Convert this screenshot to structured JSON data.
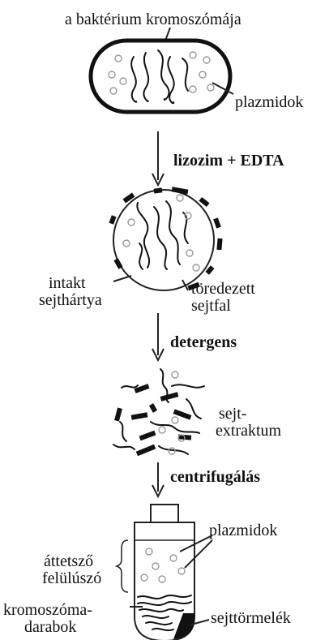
{
  "labels": {
    "chromosome": "a baktérium kromoszómája",
    "plasmids_top": "plazmidok",
    "step1": "lizozim + EDTA",
    "membrane_line1": "intakt",
    "membrane_line2": "sejthártya",
    "wall_line1": "töredezett",
    "wall_line2": "sejtfal",
    "step2": "detergens",
    "extract_line1": "sejt-",
    "extract_line2": "extraktum",
    "step3": "centrifugálás",
    "plasmids_bottom": "plazmidok",
    "supernatant_line1": "áttetsző",
    "supernatant_line2": "felülúszó",
    "fragments_line1": "kromoszóma-",
    "fragments_line2": "darabok",
    "debris": "sejttörmelék"
  }
}
